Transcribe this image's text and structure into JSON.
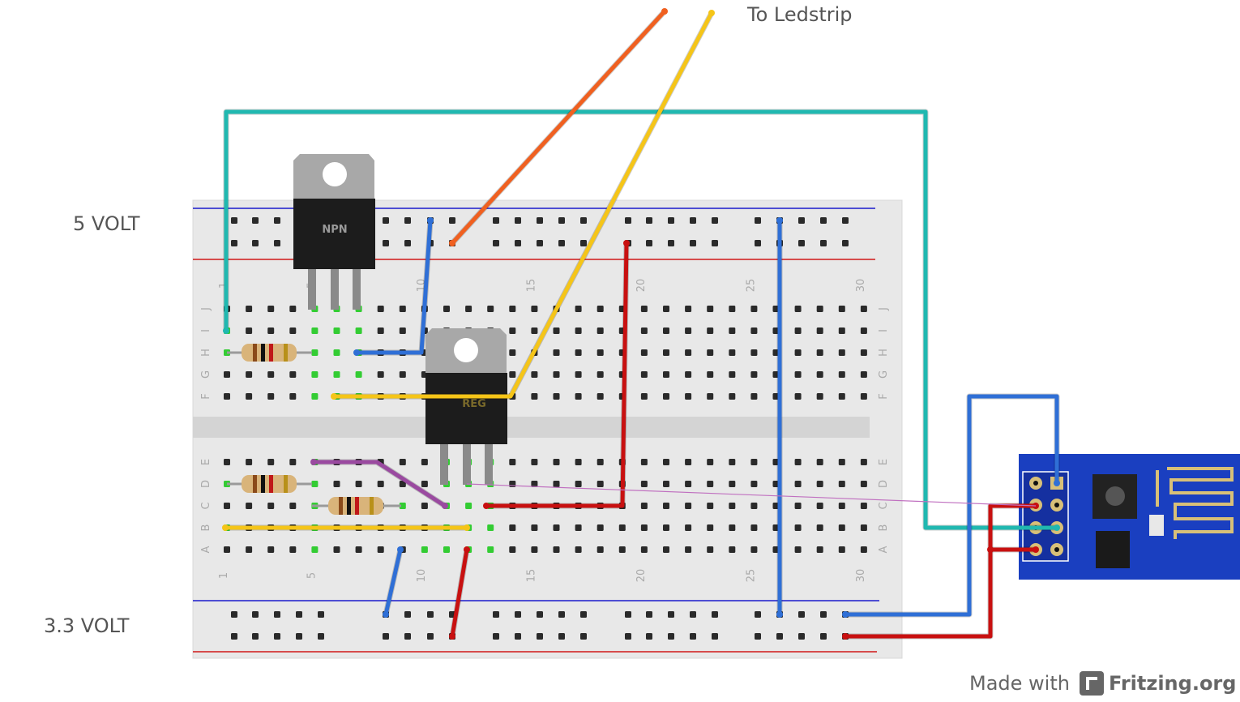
{
  "labels": {
    "five_volt": "5 VOLT",
    "three_volt": "3.3 VOLT",
    "to_ledstrip": "To Ledstrip"
  },
  "breadboard": {
    "column_numbers": [
      "1",
      "5",
      "10",
      "15",
      "20",
      "25",
      "30"
    ],
    "rows_top": [
      "J",
      "I",
      "H",
      "G",
      "F"
    ],
    "rows_bottom": [
      "E",
      "D",
      "C",
      "B",
      "A"
    ]
  },
  "components": {
    "transistor_label": "NPN",
    "regulator_label": "REG"
  },
  "footer": {
    "made_with": "Made with",
    "brand": "Fritzing.org"
  },
  "colors": {
    "board": "#e6e6e6",
    "rail_blue": "#1a1acc",
    "rail_red": "#d01818",
    "hole": "#2a2a2a",
    "hole_connected": "#33cc33",
    "wire_blue": "#2f6fd6",
    "wire_red": "#c81010",
    "wire_yellow": "#f5c518",
    "wire_orange": "#f06020",
    "wire_teal": "#20b8b0",
    "wire_purple": "#9a4aa0",
    "esp_pcb": "#1a3fc0"
  }
}
